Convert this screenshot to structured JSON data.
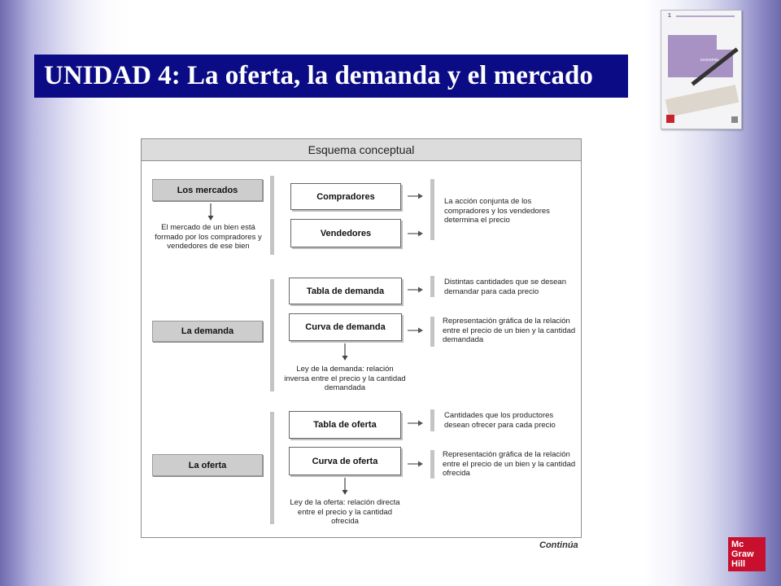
{
  "title": "UNIDAD 4: La oferta, la demanda y el mercado",
  "book": {
    "number": "1",
    "band_text": "economía"
  },
  "diagram": {
    "header": "Esquema conceptual",
    "mercados": {
      "label": "Los mercados",
      "note": "El mercado de un bien está formado por los compradores y vendedores de ese bien",
      "items": [
        "Compradores",
        "Vendedores"
      ],
      "description": "La acción conjunta de los compradores y los vendedores determina el precio"
    },
    "demanda": {
      "label": "La demanda",
      "tabla": "Tabla de demanda",
      "tabla_desc": "Distintas cantidades que se desean demandar para cada precio",
      "curva": "Curva de demanda",
      "curva_desc": "Representación gráfica de la relación entre el precio de un bien y la cantidad demandada",
      "ley": "Ley de la demanda: relación inversa entre el precio y la cantidad demandada"
    },
    "oferta": {
      "label": "La oferta",
      "tabla": "Tabla de oferta",
      "tabla_desc": "Cantidades que los productores desean ofrecer para cada precio",
      "curva": "Curva de oferta",
      "curva_desc": "Representación gráfica de la relación entre el precio de un bien y la cantidad ofrecida",
      "ley": "Ley de la oferta: relación directa entre el precio y la cantidad ofrecida"
    },
    "footer": "Continúa"
  },
  "publisher_logo": {
    "line1": "Mc",
    "line2": "Graw",
    "line3": "Hill"
  }
}
